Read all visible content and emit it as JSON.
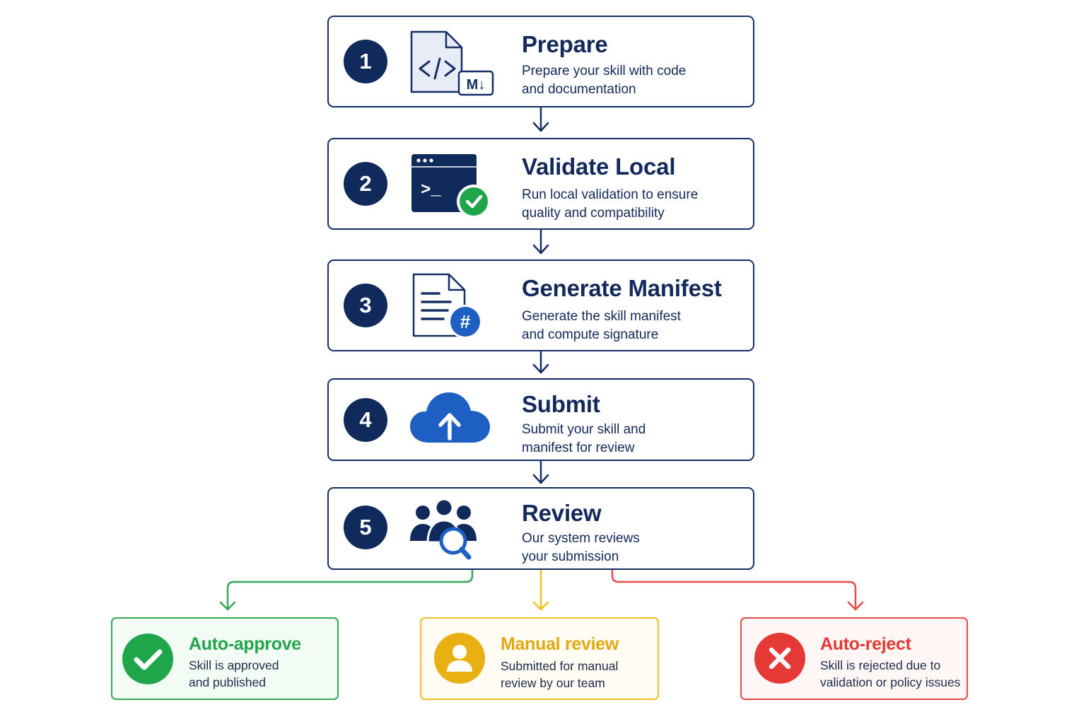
{
  "steps": [
    {
      "number": "1",
      "title": "Prepare",
      "desc": [
        "Prepare your skill with code",
        "and documentation"
      ],
      "icon": "code-markdown-file-icon",
      "badge_text": "M↓"
    },
    {
      "number": "2",
      "title": "Validate Local",
      "desc": [
        "Run local validation to ensure",
        "quality and compatibility"
      ],
      "icon": "terminal-check-icon",
      "prompt_text": ">_"
    },
    {
      "number": "3",
      "title": "Generate Manifest",
      "desc": [
        "Generate the skill manifest",
        "and compute signature"
      ],
      "icon": "manifest-hash-file-icon",
      "badge_text": "#"
    },
    {
      "number": "4",
      "title": "Submit",
      "desc": [
        "Submit your skill and",
        "manifest for review"
      ],
      "icon": "cloud-upload-icon"
    },
    {
      "number": "5",
      "title": "Review",
      "desc": [
        "Our system reviews",
        "your submission"
      ],
      "icon": "team-search-icon"
    }
  ],
  "outcomes": [
    {
      "title": "Auto-approve",
      "desc": [
        "Skill is approved",
        "and published"
      ],
      "icon": "check-circle-icon",
      "color": "#1fa64a",
      "border": "#34a853",
      "bg": "#f3fbf5"
    },
    {
      "title": "Manual review",
      "desc": [
        "Submitted for manual",
        "review by our team"
      ],
      "icon": "person-circle-icon",
      "color": "#e3a90c",
      "border": "#f0c020",
      "bg": "#fffdf3"
    },
    {
      "title": "Auto-reject",
      "desc": [
        "Skill is rejected due to",
        "validation or policy issues"
      ],
      "icon": "x-circle-icon",
      "color": "#e53935",
      "border": "#e84b47",
      "bg": "#fff6f6"
    }
  ],
  "colors": {
    "navy": "#102a5c",
    "blue": "#1e5fc4",
    "green": "#1fa64a",
    "yellow": "#f0c020",
    "red": "#e53935"
  }
}
